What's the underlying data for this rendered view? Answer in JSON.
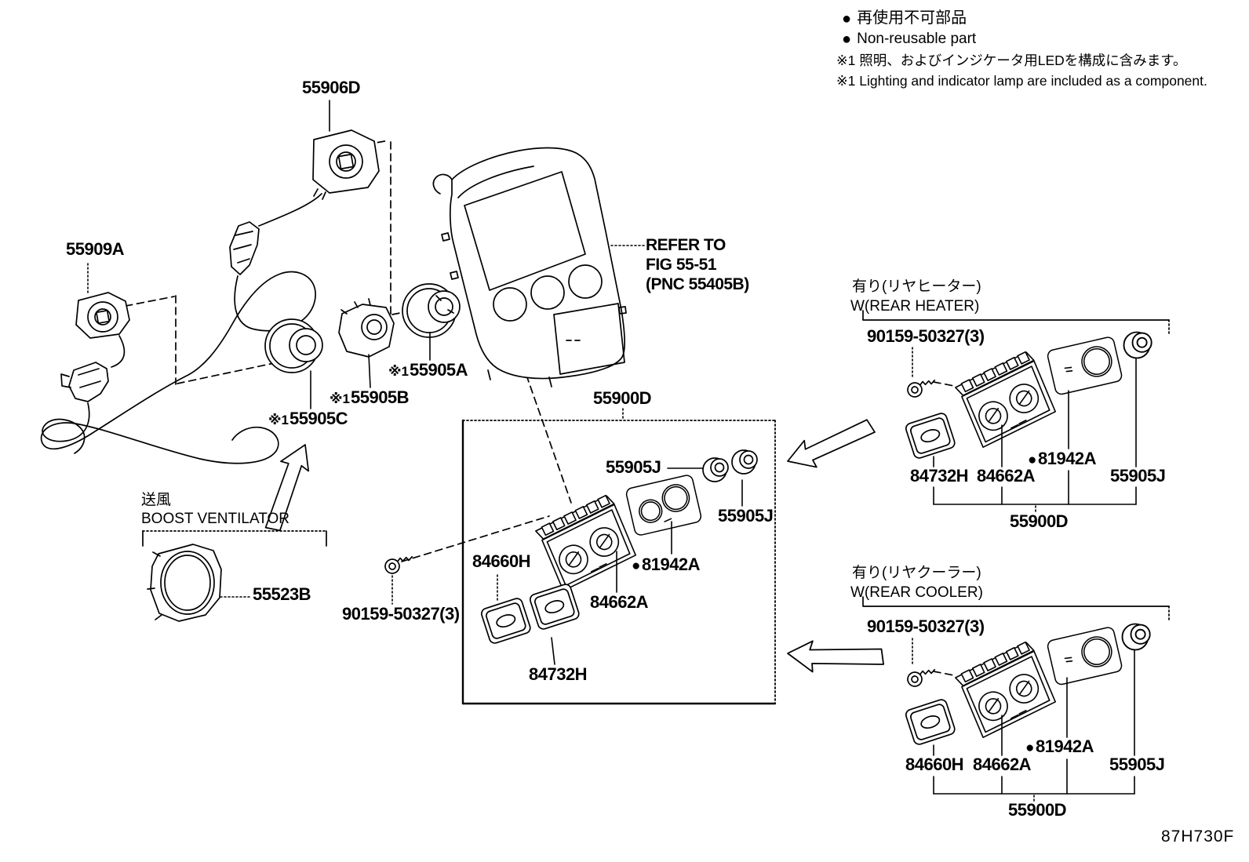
{
  "legend": {
    "nonreusable_jp": "再使用不可部品",
    "nonreusable_en": "Non-reusable part",
    "note_jp": "※1 照明、およびインジケータ用LEDを構成に含みます。",
    "note_en": "※1 Lighting and indicator lamp are included as a component."
  },
  "marks": {
    "ref": "※1",
    "bullet": "●"
  },
  "sections": {
    "boost": {
      "jp": "送風",
      "en": "BOOST VENTILATOR"
    },
    "rear_heater": {
      "jp": "有り(リヤヒーター)",
      "en": "W(REAR HEATER)"
    },
    "rear_cooler": {
      "jp": "有り(リヤクーラー)",
      "en": "W(REAR COOLER)"
    }
  },
  "refer": {
    "line1": "REFER TO",
    "line2": "FIG 55-51",
    "line3": "(PNC 55405B)"
  },
  "part_numbers": {
    "p55906d": "55906D",
    "p55909a": "55909A",
    "p55905a": "55905A",
    "p55905b": "55905B",
    "p55905c": "55905C",
    "p55900d": "55900D",
    "p55905j": "55905J",
    "p55523b": "55523B",
    "p84660h": "84660H",
    "p84662a": "84662A",
    "p84732h": "84732H",
    "p81942a": "81942A",
    "screw": "90159-50327(3)"
  },
  "diagram_code": "87H730F"
}
